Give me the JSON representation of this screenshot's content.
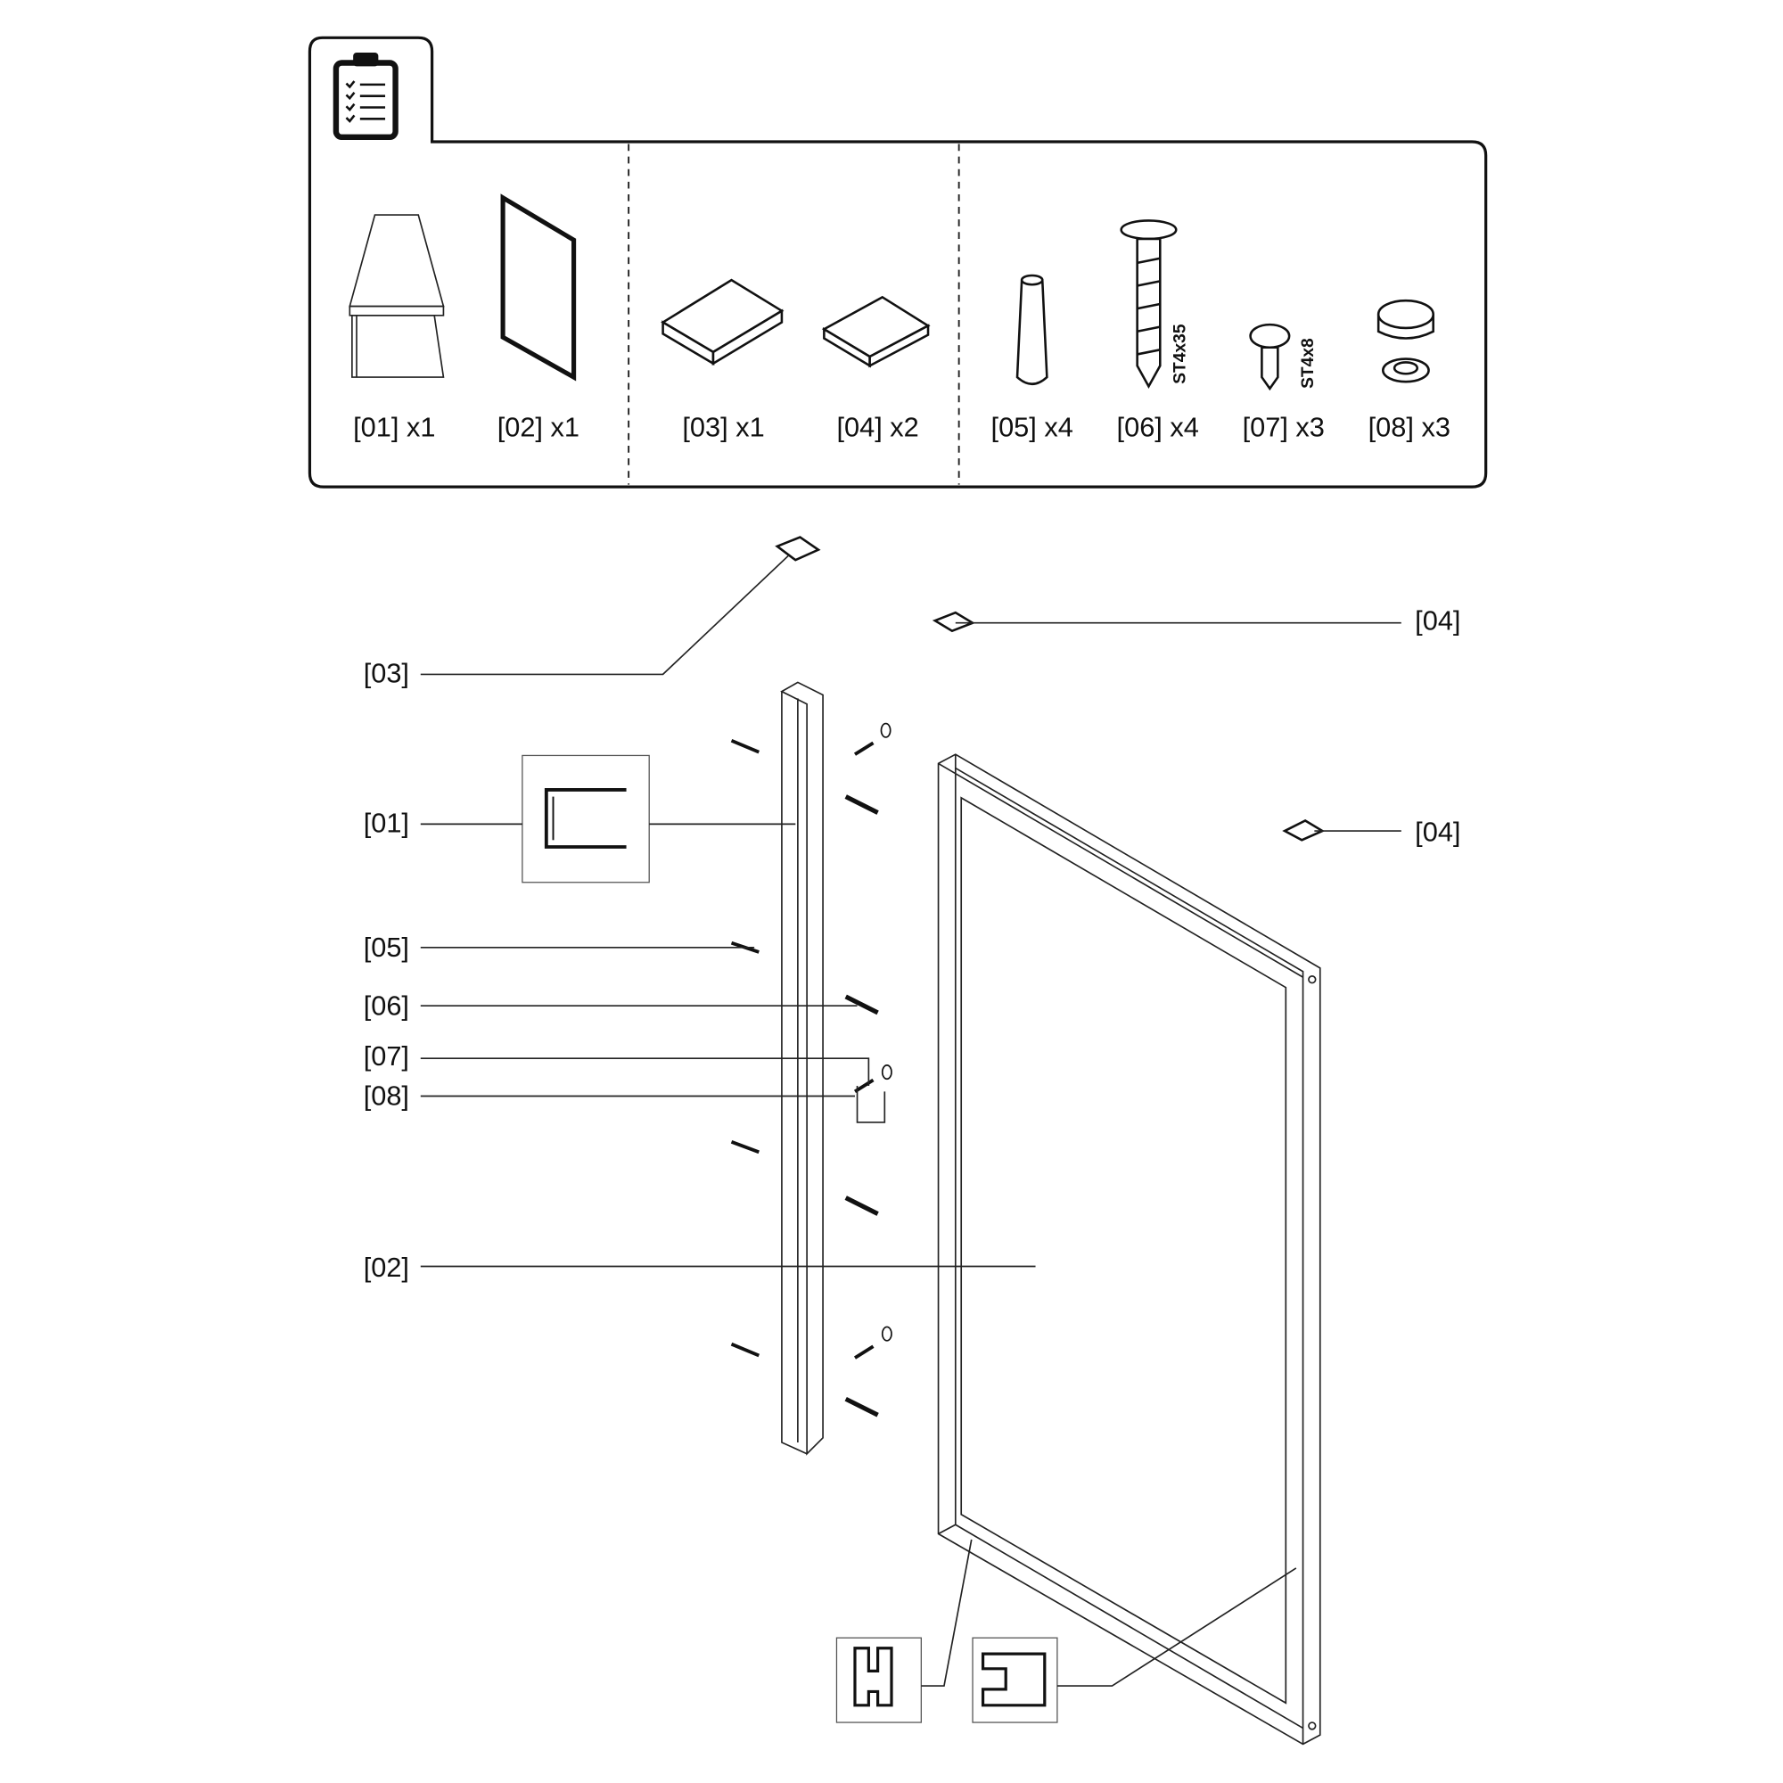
{
  "parts_list": {
    "icon": "clipboard-checklist-icon",
    "groups": [
      {
        "items": [
          {
            "id": "[01] x1",
            "label": "[01] x1"
          },
          {
            "id": "[02] x1",
            "label": "[02] x1"
          }
        ]
      },
      {
        "items": [
          {
            "label": "[03] x1"
          },
          {
            "label": "[04] x2"
          }
        ]
      },
      {
        "items": [
          {
            "label": "[05] x4"
          },
          {
            "label": "[06] x4",
            "spec": "ST4x35"
          },
          {
            "label": "[07] x3",
            "spec": "ST4x8"
          },
          {
            "label": "[08] x3"
          }
        ]
      }
    ]
  },
  "callouts": {
    "c03": "[03]",
    "c04a": "[04]",
    "c04b": "[04]",
    "c01": "[01]",
    "c05": "[05]",
    "c06": "[06]",
    "c07": "[07]",
    "c08": "[08]",
    "c02": "[02]"
  },
  "colors": {
    "line": "#111111",
    "background": "#ffffff"
  }
}
